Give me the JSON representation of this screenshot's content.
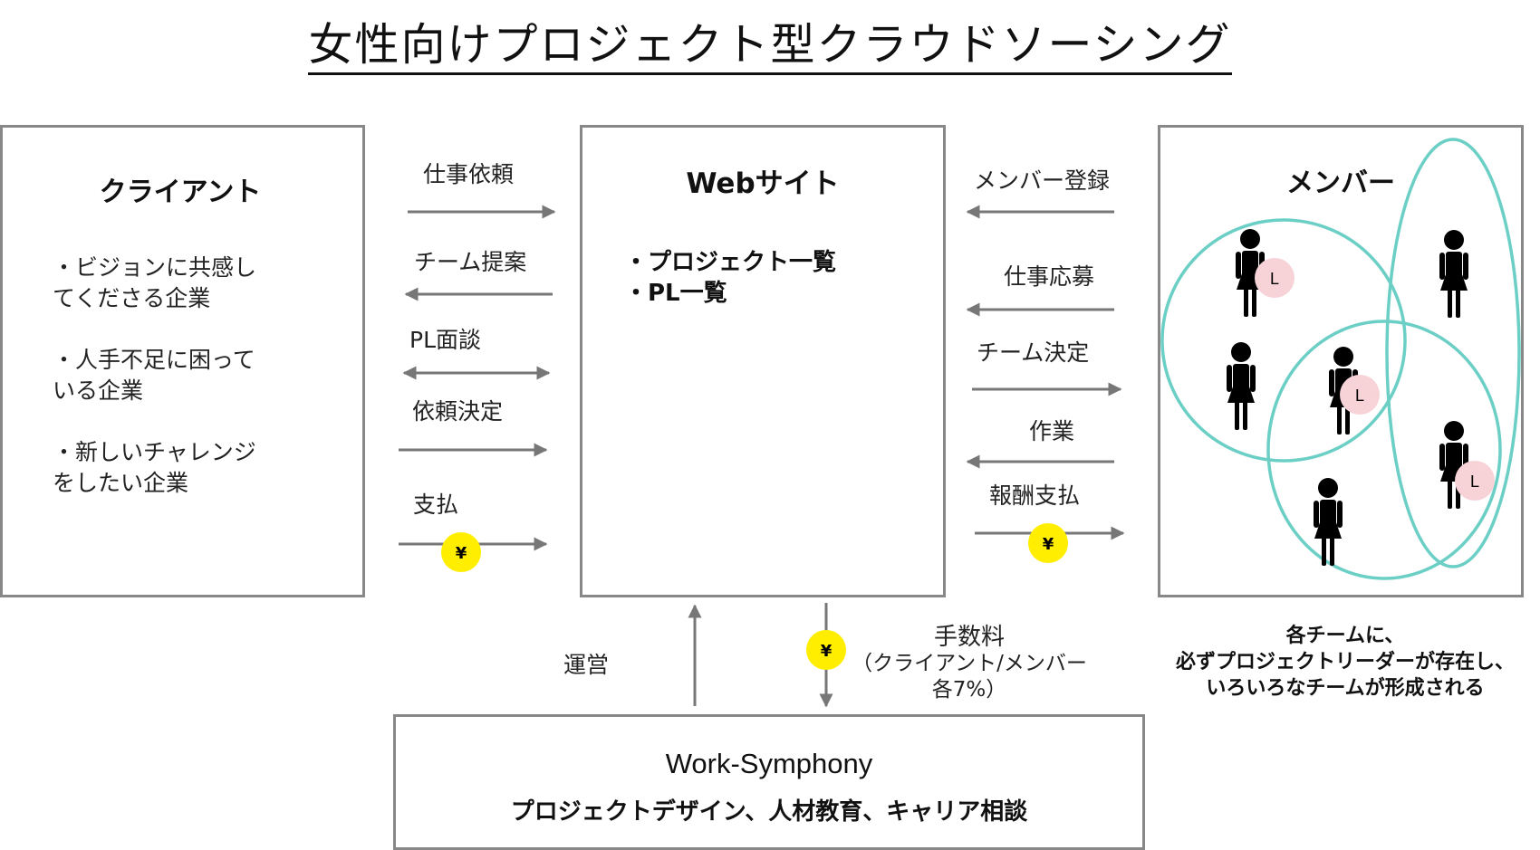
{
  "title": "女性向けプロジェクト型クラウドソーシング",
  "client": {
    "title": "クライアント",
    "items": [
      [
        "・ビジョンに共感し",
        "てくださる企業"
      ],
      [
        "・人手不足に困って",
        "いる企業"
      ],
      [
        "・新しいチャレンジ",
        "をしたい企業"
      ]
    ]
  },
  "website": {
    "title": "Webサイト",
    "items": [
      "・プロジェクト一覧",
      "・PL一覧"
    ]
  },
  "member": {
    "title": "メンバー",
    "leader_badge": "L"
  },
  "left_flows": [
    {
      "label": "仕事依頼",
      "direction": "right"
    },
    {
      "label": "チーム提案",
      "direction": "left"
    },
    {
      "label": "PL面談",
      "direction": "both"
    },
    {
      "label": "依頼決定",
      "direction": "right"
    },
    {
      "label": "支払",
      "direction": "right",
      "yen": "¥"
    }
  ],
  "right_flows": [
    {
      "label": "メンバー登録",
      "direction": "left"
    },
    {
      "label": "仕事応募",
      "direction": "left"
    },
    {
      "label": "チーム決定",
      "direction": "right"
    },
    {
      "label": "作業",
      "direction": "left"
    },
    {
      "label": "報酬支払",
      "direction": "right",
      "yen": "¥"
    }
  ],
  "bottom_flows": {
    "operate_label": "運営",
    "fee_label_1": "手数料",
    "fee_label_2": "（クライアント/メンバー",
    "fee_label_3": "各7%）",
    "yen": "¥"
  },
  "team_note": [
    "各チームに、",
    "必ずプロジェクトリーダーが存在し、",
    "いろいろなチームが形成される"
  ],
  "company": {
    "name": "Work-Symphony",
    "services": "プロジェクトデザイン、人材教育、キャリア相談"
  },
  "colors": {
    "box_border": "#888888",
    "arrow": "#777777",
    "yen_circle": "#ffee00",
    "team_circle": "#6ccfc6",
    "leader_badge": "#f7d3d8"
  }
}
